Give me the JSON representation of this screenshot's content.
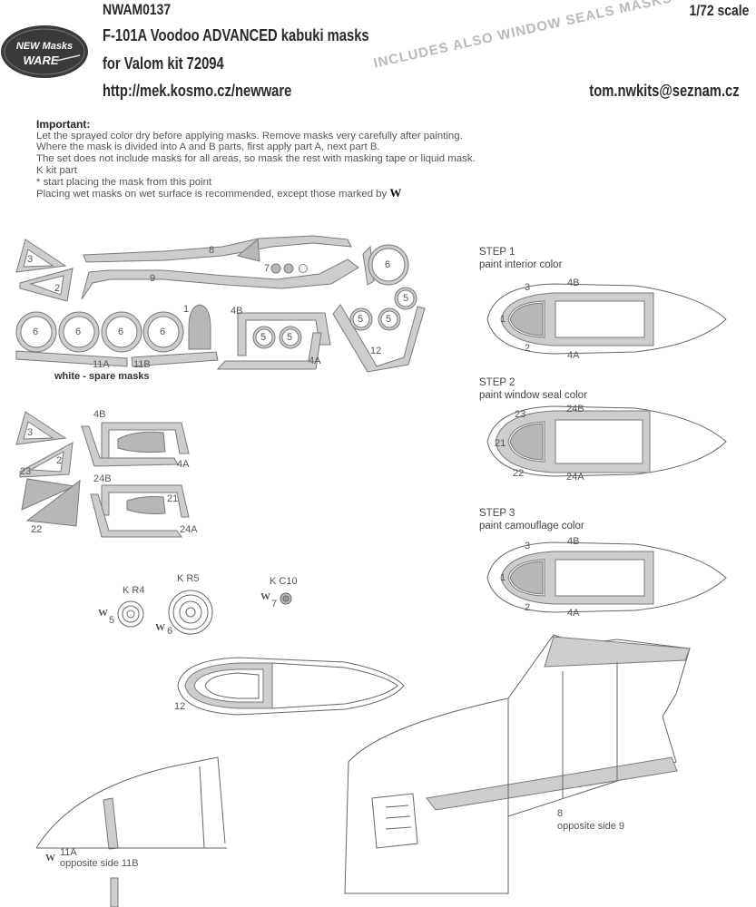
{
  "header": {
    "code": "NWAM0137",
    "scale": "1/72 scale",
    "title": "F-101A Voodoo ADVANCED kabuki masks",
    "subtitle": "for Valom kit 72094",
    "website": "http://mek.kosmo.cz/newware",
    "email": "tom.nwkits@seznam.cz",
    "seals_note": "INCLUDES ALSO WINDOW SEALS  MASKS"
  },
  "logo": {
    "line1": "NEW Masks",
    "line2": "WARE"
  },
  "instructions": {
    "heading": "Important:",
    "lines": [
      "Let the sprayed color dry before applying masks. Remove masks very carefully after painting.",
      "Where the mask is divided into A and B parts, first apply part A, next part B.",
      "The set does not include masks for all areas, so mask the rest with masking tape or liquid mask."
    ],
    "kit_part": "K kit part",
    "start_point": "*  start placing the mask from this point",
    "wet_note": "Placing wet masks on wet surface is recommended, except those marked by",
    "wet_symbol": "W"
  },
  "sheet_labels": {
    "m3": "3",
    "m2": "2",
    "m8": "8",
    "m7": "7",
    "m9": "9",
    "m6a": "6",
    "m5a": "5",
    "m1": "1",
    "m4b": "4B",
    "m4a": "4A",
    "m12": "12",
    "m11a": "11A",
    "m11b": "11B",
    "w6a": "6",
    "w6b": "6",
    "w6c": "6",
    "w6d": "6",
    "w5a": "5",
    "w5b": "5",
    "w5c": "5",
    "w5d": "5",
    "spare": "white - spare masks",
    "b3": "3",
    "b2": "2",
    "b23": "23",
    "b22": "22",
    "b4b": "4B",
    "b4a": "4A",
    "b24b": "24B",
    "b24a": "24A",
    "b21": "21",
    "kr4": "K R4",
    "kr5": "K R5",
    "kc10": "K C10",
    "wr4": "W",
    "wr4n": "5",
    "wr5": "W",
    "wr5n": "6",
    "wc10": "W",
    "wc10n": "7",
    "canopy12": "12",
    "nose": "11A",
    "nose_w": "W",
    "nose_opp": "opposite side 11B",
    "tail8": "8",
    "tail_opp": "opposite side 9"
  },
  "steps": [
    {
      "title": "STEP 1",
      "text": "paint interior color",
      "labels": {
        "a": "3",
        "b": "4B",
        "c": "1",
        "d": "2",
        "e": "4A"
      }
    },
    {
      "title": "STEP 2",
      "text": "paint window seal color",
      "labels": {
        "a": "23",
        "b": "24B",
        "c": "21",
        "d": "22",
        "e": "24A"
      }
    },
    {
      "title": "STEP 3",
      "text": "paint camouflage color",
      "labels": {
        "a": "3",
        "b": "4B",
        "c": "1",
        "d": "2",
        "e": "4A"
      }
    }
  ]
}
